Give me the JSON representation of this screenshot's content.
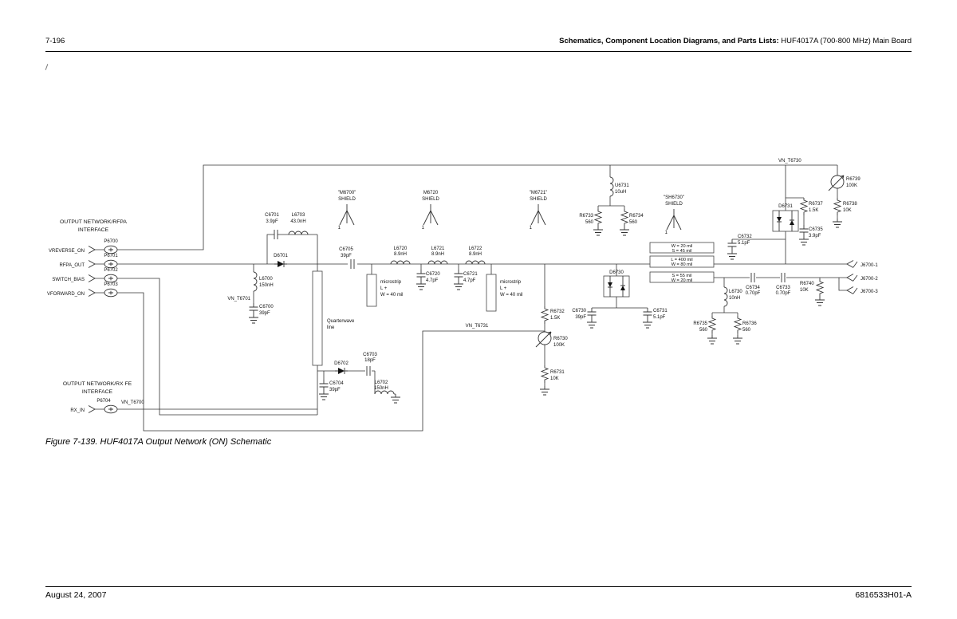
{
  "header": {
    "page_number": "7-196",
    "section_title": "Schematics, Component Location Diagrams, and Parts Lists:",
    "board_title": " HUF4017A (700-800 MHz) Main Board"
  },
  "footer": {
    "date": "August 24, 2007",
    "part_number": "6816533H01-A"
  },
  "figure": {
    "caption": "Figure 7-139. HUF4017A Output Network (ON) Schematic"
  },
  "schematic": {
    "interfaces": {
      "rfpa_line1": "OUTPUT NETWORK/RFPA",
      "rfpa_line2": "INTERFACE",
      "rxfe_line1": "OUTPUT NETWORK/RX FE",
      "rxfe_line2": "INTERFACE"
    },
    "pins": {
      "p6700": {
        "ref": "P6700",
        "name": "VREVERSE_ON"
      },
      "p6701": {
        "ref": "P6701",
        "name": "RFPA_OUT"
      },
      "p6702": {
        "ref": "P6702",
        "name": "SWITCH_BIAS"
      },
      "p6703": {
        "ref": "P6703",
        "name": "VFORWARD_ON"
      },
      "p6704": {
        "ref": "P6704",
        "name": "RX_IN"
      }
    },
    "nets": {
      "vn_t6700": "VN_T6700",
      "vn_t6701": "VN_T6701",
      "vn_t6730": "VN_T6730",
      "vn_t6731": "VN_T6731"
    },
    "components": {
      "c6701": {
        "ref": "C6701",
        "value": "3.9pF"
      },
      "l6703": {
        "ref": "L6703",
        "value": "43.0nH"
      },
      "d6701": {
        "ref": "D6701"
      },
      "c6705": {
        "ref": "C6705",
        "value": "39pF"
      },
      "l6700": {
        "ref": "L6700",
        "value": "150nH"
      },
      "c6700": {
        "ref": "C6700",
        "value": "39pF"
      },
      "l6720": {
        "ref": "L6720",
        "value": "8.9nH"
      },
      "l6721": {
        "ref": "L6721",
        "value": "8.9nH"
      },
      "l6722": {
        "ref": "L6722",
        "value": "8.9nH"
      },
      "c6720": {
        "ref": "C6720",
        "value": "4.7pF"
      },
      "c6721": {
        "ref": "C6721",
        "value": "4.7pF"
      },
      "u6731": {
        "ref": "U6731",
        "value": "10uH"
      },
      "r6733": {
        "ref": "R6733",
        "value": "560"
      },
      "r6734": {
        "ref": "R6734",
        "value": "560"
      },
      "c6732": {
        "ref": "C6732",
        "value": "5.1pF"
      },
      "d6731": {
        "ref": "D6731"
      },
      "r6737": {
        "ref": "R6737",
        "value": "1.5K"
      },
      "r6739": {
        "ref": "R6739",
        "value": "100K"
      },
      "r6738": {
        "ref": "R6738",
        "value": "10K"
      },
      "c6735": {
        "ref": "C6735",
        "value": "3.9pF"
      },
      "d6730": {
        "ref": "D6730"
      },
      "c6730": {
        "ref": "C6730",
        "value": "39pF"
      },
      "c6731": {
        "ref": "C6731",
        "value": "5.1pF"
      },
      "c6734": {
        "ref": "C6734",
        "value": "0.70pF"
      },
      "c6733": {
        "ref": "C6733",
        "value": "0.70pF"
      },
      "r6740": {
        "ref": "R6740",
        "value": "10K"
      },
      "l6730": {
        "ref": "L6730",
        "value": "10nH"
      },
      "r6735": {
        "ref": "R6735",
        "value": "560"
      },
      "r6736": {
        "ref": "R6736",
        "value": "560"
      },
      "r6732": {
        "ref": "R6732",
        "value": "1.5K"
      },
      "r6730": {
        "ref": "R6730",
        "value": "100K"
      },
      "r6731": {
        "ref": "R6731",
        "value": "10K"
      },
      "d6702": {
        "ref": "D6702"
      },
      "c6703": {
        "ref": "C6703",
        "value": "18pF"
      },
      "c6704": {
        "ref": "C6704",
        "value": "39pF"
      },
      "l6702": {
        "ref": "L6702",
        "value": "150nH"
      }
    },
    "shields": {
      "m6700": {
        "ref": "\"M6700\"",
        "label": "SHIELD",
        "pin": "1"
      },
      "m6720": {
        "ref": "M6720",
        "label": "SHIELD",
        "pin": "1"
      },
      "m6721": {
        "ref": "\"M6721\"",
        "label": "SHIELD",
        "pin": "1"
      },
      "sh6730": {
        "ref": "\"SH6730\"",
        "label": "SHIELD",
        "pin": "1"
      }
    },
    "microstrip": {
      "line1": "microstrip",
      "line2": "L +",
      "line3": "W = 40 mil"
    },
    "quarterwave": {
      "line1": "Quarterwave",
      "line2": "line"
    },
    "tlines": {
      "t1a": "W = 20 mil",
      "t1b": "S = 45 mil",
      "t2a": "L = 400 mil",
      "t2b": "W = 80 mil",
      "t3a": "S = 55 mil",
      "t3b": "W = 20 mil"
    },
    "connectors": {
      "j1": "J6700-1",
      "j2": "J6700-2",
      "j3": "J6700-3"
    }
  }
}
